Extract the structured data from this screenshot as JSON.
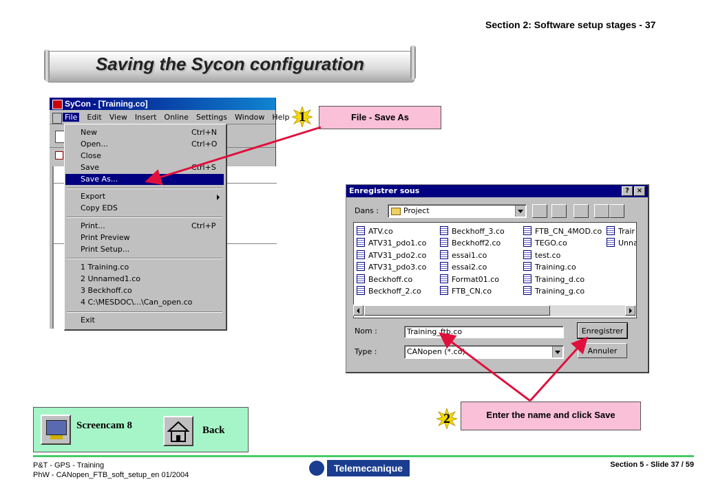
{
  "header": {
    "section_title": "Section 2: Software setup stages - 37"
  },
  "banner": {
    "title": "Saving the Sycon configuration"
  },
  "sycon_window": {
    "title": "SyCon - [Training.co]",
    "menu": [
      "File",
      "Edit",
      "View",
      "Insert",
      "Online",
      "Settings",
      "Window",
      "Help"
    ],
    "active_menu": "File"
  },
  "file_menu": {
    "new": {
      "label": "New",
      "shortcut": "Ctrl+N"
    },
    "open": {
      "label": "Open...",
      "shortcut": "Ctrl+O"
    },
    "close": {
      "label": "Close"
    },
    "save": {
      "label": "Save",
      "shortcut": "Ctrl+S"
    },
    "save_as": {
      "label": "Save As..."
    },
    "export": {
      "label": "Export"
    },
    "copy_eds": {
      "label": "Copy EDS"
    },
    "print": {
      "label": "Print...",
      "shortcut": "Ctrl+P"
    },
    "print_preview": {
      "label": "Print Preview"
    },
    "print_setup": {
      "label": "Print Setup..."
    },
    "recent": [
      "1 Training.co",
      "2 Unnamed1.co",
      "3 Beckhoff.co",
      "4 C:\\MESDOC\\...\\Can_open.co"
    ],
    "exit": {
      "label": "Exit"
    }
  },
  "callouts": {
    "step1": {
      "number": "1",
      "text": "File - Save As"
    },
    "step2": {
      "number": "2",
      "text": "Enter the name and click Save"
    }
  },
  "save_dialog": {
    "title": "Enregistrer sous",
    "help_button": "?",
    "close_button": "×",
    "look_in_label": "Dans :",
    "look_in_value": "Project",
    "files": [
      [
        "ATV.co",
        "ATV31_pdo1.co",
        "ATV31_pdo2.co",
        "ATV31_pdo3.co",
        "Beckhoff.co",
        "Beckhoff_2.co"
      ],
      [
        "Beckhoff_3.co",
        "Beckhoff2.co",
        "essai1.co",
        "essai2.co",
        "Format01.co",
        "FTB_CN.co"
      ],
      [
        "FTB_CN_4MOD.co",
        "TEGO.co",
        "test.co",
        "Training.co",
        "Training_d.co",
        "Training_g.co"
      ],
      [
        "Trair",
        "Unna"
      ]
    ],
    "name_label": "Nom :",
    "name_value": "Training_ftb.co",
    "type_label": "Type :",
    "type_value": "CANopen (*.co)",
    "save_button": "Enregistrer",
    "cancel_button": "Annuler"
  },
  "nav": {
    "screencam_label": "Screencam 8",
    "back_label": "Back"
  },
  "footer": {
    "line1": "P&T - GPS - Training",
    "line2": "PhW - CANopen_FTB_soft_setup_en  01/2004",
    "slide_info": "Section 5 - Slide 37 / 59",
    "logo_text": "Telemecanique"
  },
  "colors": {
    "callout_fill": "#f9c0d8",
    "arrow": "#e0103c",
    "badge": "#f5d900",
    "nav_fill": "#a6f5c8",
    "footer_line": "#44cc66",
    "logo_blue": "#1a3d8f"
  }
}
